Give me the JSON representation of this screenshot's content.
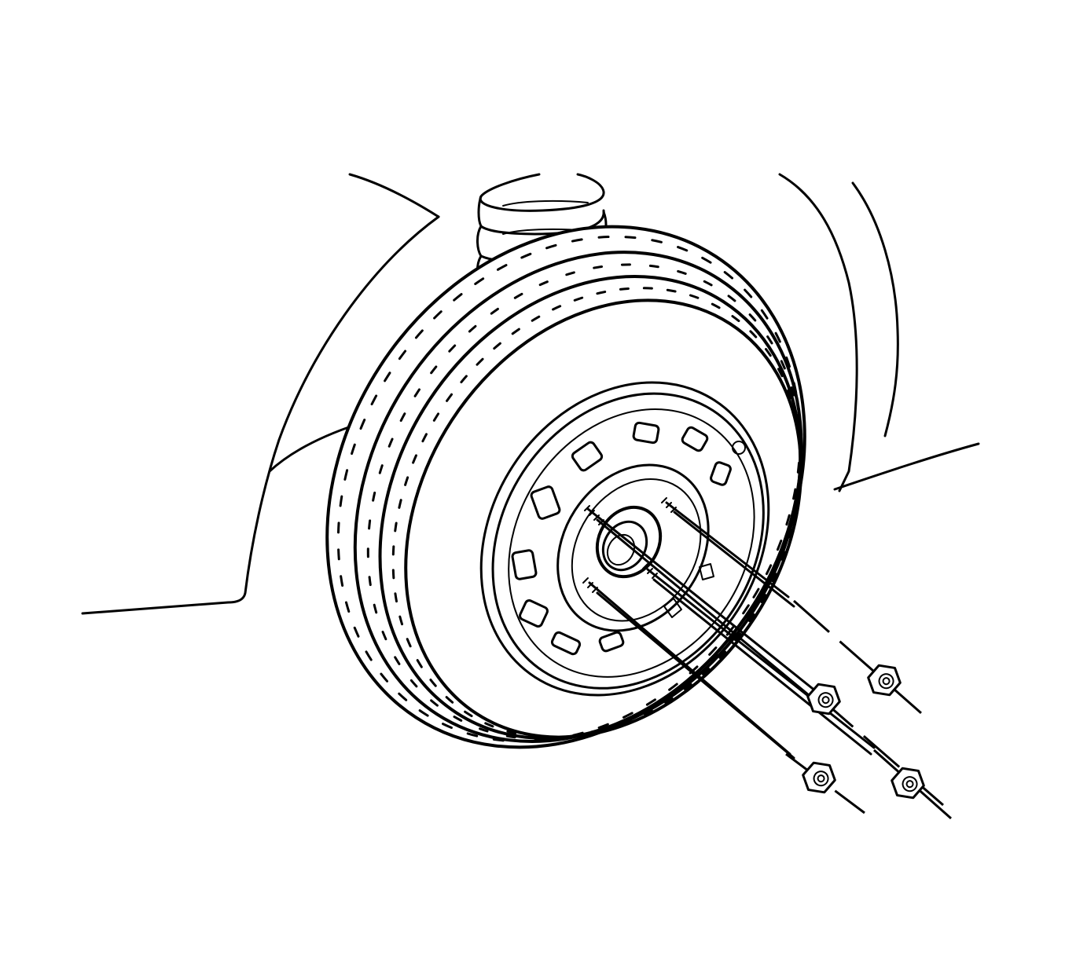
{
  "figure": {
    "subject-icons": [
      "coil-spring-icon",
      "wheel-icon",
      "tire-icon",
      "lug-nut-icon",
      "wheel-stud-icon"
    ],
    "line_color": "#000000",
    "background_color": "#ffffff",
    "lug_nut_count": 4,
    "wheel_stud_count": 4,
    "wheel_vent_hole_count": 11
  }
}
